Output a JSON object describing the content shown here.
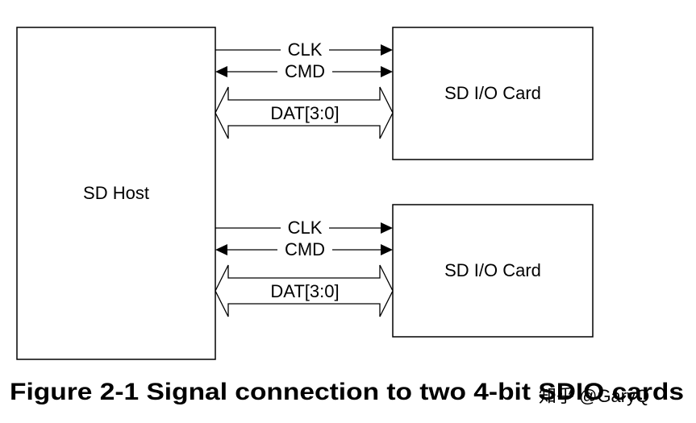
{
  "host": {
    "label": "SD Host"
  },
  "cards": [
    {
      "label": "SD I/O Card",
      "signals": {
        "clk": "CLK",
        "cmd": "CMD",
        "dat": "DAT[3:0]"
      }
    },
    {
      "label": "SD I/O Card",
      "signals": {
        "clk": "CLK",
        "cmd": "CMD",
        "dat": "DAT[3:0]"
      }
    }
  ],
  "caption": "Figure 2-1 Signal connection to two 4-bit SDIO cards",
  "watermark": "知乎 @GaryQ",
  "colors": {
    "stroke": "#000000",
    "background": "#ffffff",
    "watermark": "#cfcfcf"
  }
}
